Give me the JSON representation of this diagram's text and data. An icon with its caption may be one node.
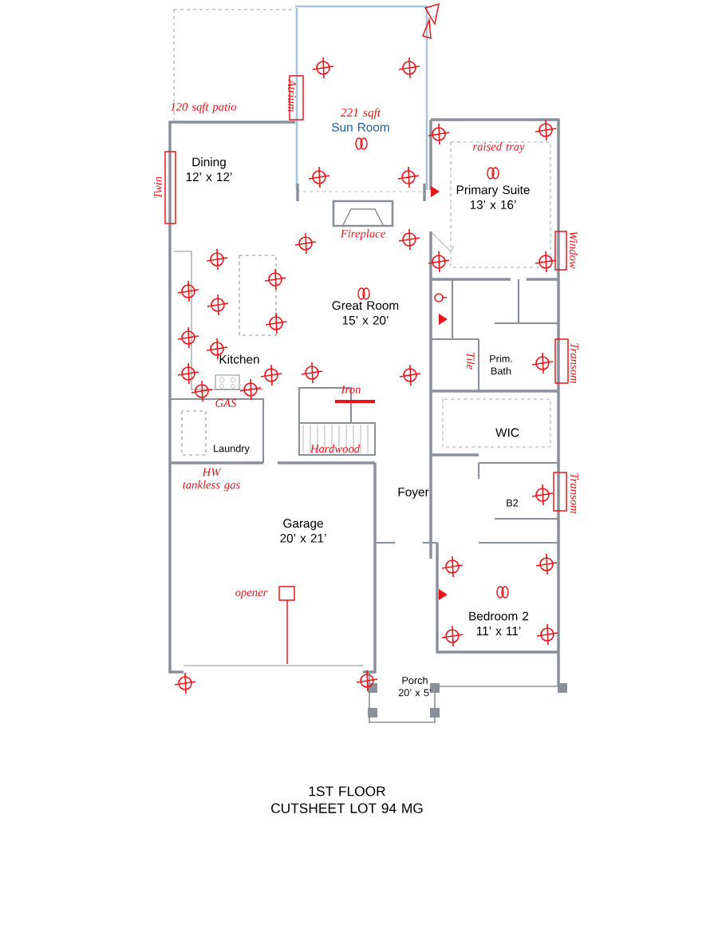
{
  "diagram": {
    "caption": "1ST FLOOR CUTSHEET LOT 94 MG",
    "nodes": [
      {
        "text": [
          "120 sqft patio"
        ]
      },
      {
        "text": [
          "221 sqft",
          "Sun Room"
        ]
      },
      {
        "text": [
          "Dining",
          "12’ x 12’"
        ]
      },
      {
        "text": [
          "Primary Suite",
          "13’ x 16’"
        ]
      },
      {
        "text": [
          "Great Room",
          "15’ x 20’"
        ]
      },
      {
        "text": [
          "Kitchen"
        ]
      },
      {
        "text": [
          "Prim. Bath"
        ]
      },
      {
        "text": [
          "WIC"
        ]
      },
      {
        "text": [
          "Laundry"
        ]
      },
      {
        "text": [
          "Foyer"
        ]
      },
      {
        "text": [
          "B2"
        ]
      },
      {
        "text": [
          "Garage",
          "20’ x 21’"
        ]
      },
      {
        "text": [
          "Bedroom 2",
          "11’ x 11’"
        ]
      },
      {
        "text": [
          "Porch",
          "20’ x 5’"
        ]
      }
    ],
    "labels": [
      "Atrium",
      "Twin",
      "raised tray",
      "Fireplace",
      "Window",
      "Tile",
      "Transom",
      "GAS",
      "Iron",
      "Hardwood",
      "HW tankless gas",
      "Transom",
      "opener"
    ]
  }
}
